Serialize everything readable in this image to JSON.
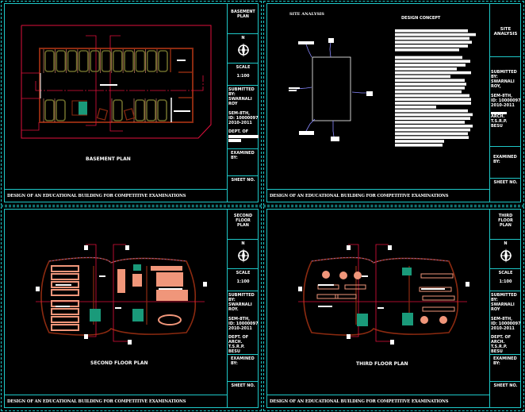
{
  "project_title": "DESIGN OF AN EDUCATIONAL BUILDING FOR COMPETITIVE EXAMINATIONS",
  "colors": {
    "frame": "#1ec8c8",
    "wall": "#8b2a10",
    "section_line": "#e0103c",
    "car": "#6b6b2a",
    "furniture": "#f0967a",
    "stair": "#1a9a7a",
    "annotation": "#8888ff"
  },
  "sheets": [
    {
      "id": "basement",
      "drawing_title": "BASEMENT PLAN",
      "title_block": {
        "sheet_name": "BASEMENT PLAN",
        "north_label": "N",
        "scale_label": "SCALE",
        "scale_value": "1:100",
        "submitted_by_label": "SUBMITTED BY:",
        "submitted_by_name": "SWARNALI ROY",
        "semester_line1": "SEM-8TH,",
        "semester_line2": "ID: 10000097",
        "session": "2010-2011",
        "dept_label": "DEPT. OF",
        "examined_by_label": "EXAMINED BY:",
        "sheet_no_label": "SHEET NO."
      },
      "section_markers": [
        "B",
        "A",
        "B",
        "A",
        "C",
        "C"
      ]
    },
    {
      "id": "site-analysis",
      "site_heading": "SITE ANALYSIS",
      "concept_heading": "DESIGN CONCEPT",
      "title_block": {
        "sheet_name": "SITE ANALYSIS",
        "submitted_by_label": "SUBMITTED BY:",
        "submitted_by_name": "SWARNALI ROY,",
        "semester_line1": "SEM-8TH,",
        "semester_line2": "ID: 10000097",
        "session": "2010-2011",
        "dept_line": "ARCH. T.S.R.P.",
        "dept_line2": "BESU",
        "examined_by_label": "EXAMINED BY:",
        "sheet_no_label": "SHEET NO."
      }
    },
    {
      "id": "second-floor",
      "drawing_title": "SECOND FLOOR PLAN",
      "title_block": {
        "sheet_name": "SECOND FLOOR PLAN",
        "north_label": "N",
        "scale_label": "SCALE",
        "scale_value": "1:100",
        "submitted_by_label": "SUBMITTED BY:",
        "submitted_by_name": "SWARNALI ROY.",
        "semester_line1": "SEM-8TH,",
        "semester_line2": "ID: 10000097",
        "session": "2010-2011",
        "dept_label": "DEPT. OF",
        "dept_line": "ARCH. T.S.R.P.",
        "dept_line2": "BESU",
        "examined_by_label": "EXAMINED BY:",
        "sheet_no_label": "SHEET NO."
      },
      "section_markers": [
        "B",
        "A",
        "C",
        "C",
        "B",
        "A"
      ]
    },
    {
      "id": "third-floor",
      "drawing_title": "THIRD FLOOR PLAN",
      "title_block": {
        "sheet_name": "THIRD FLOOR PLAN",
        "north_label": "N",
        "scale_label": "SCALE",
        "scale_value": "1:100",
        "submitted_by_label": "SUBMITTED BY:",
        "submitted_by_name": "SWARNALI ROY",
        "semester_line1": "SEM-8TH,",
        "semester_line2": "ID: 10000097",
        "session": "2010-2011",
        "dept_label": "DEPT. OF",
        "dept_line": "ARCH. T.S.R.P.",
        "dept_line2": "BESU",
        "examined_by_label": "EXAMINED BY:",
        "sheet_no_label": "SHEET NO."
      },
      "section_markers": [
        "B",
        "A",
        "C",
        "C",
        "B",
        "A"
      ]
    }
  ]
}
